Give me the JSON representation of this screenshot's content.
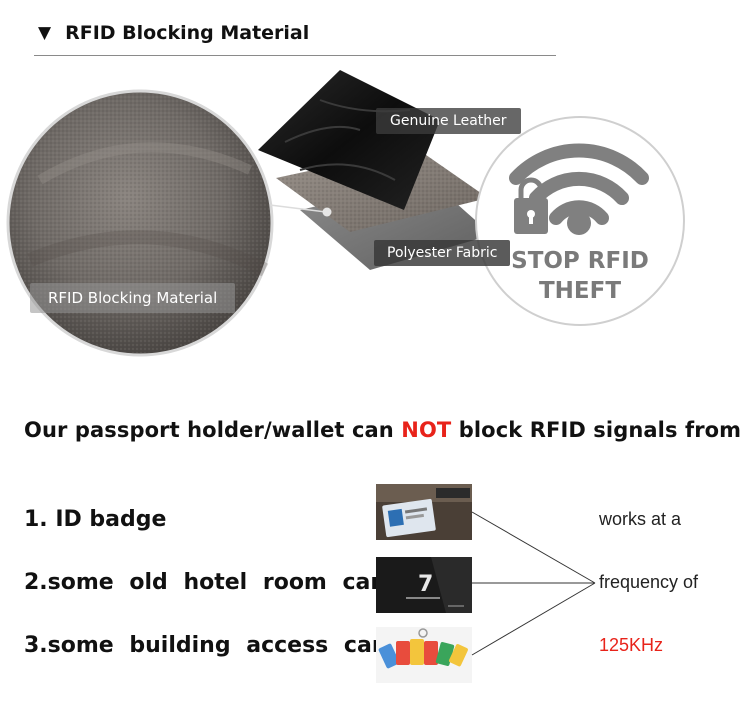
{
  "header": {
    "arrow": "▼",
    "title": "RFID Blocking Material"
  },
  "diagram": {
    "layer_top": "Genuine Leather",
    "layer_bottom": "Polyester Fabric",
    "circle_label": "RFID Blocking Material",
    "badge_icon": "wifi-lock-icon",
    "badge_line1": "STOP RFID",
    "badge_line2": "THEFT"
  },
  "statement": {
    "before": "Our  passport  holder/wallet can ",
    "highlight": "NOT",
    "after": " block RFID signals from"
  },
  "items": [
    {
      "label": "1. ID badge",
      "image_icon": "id-badge-photo"
    },
    {
      "label": "2.some  old  hotel  room  cards",
      "image_icon": "hotel-card-photo",
      "card_text": "7"
    },
    {
      "label": "3.some  building  access  cards",
      "image_icon": "access-cards-photo"
    }
  ],
  "frequency": {
    "line1": "works at a",
    "line2": "frequency of",
    "line3": "125KHz"
  },
  "colors": {
    "highlight": "#e8231a",
    "badge_text": "#7a7a7a"
  }
}
